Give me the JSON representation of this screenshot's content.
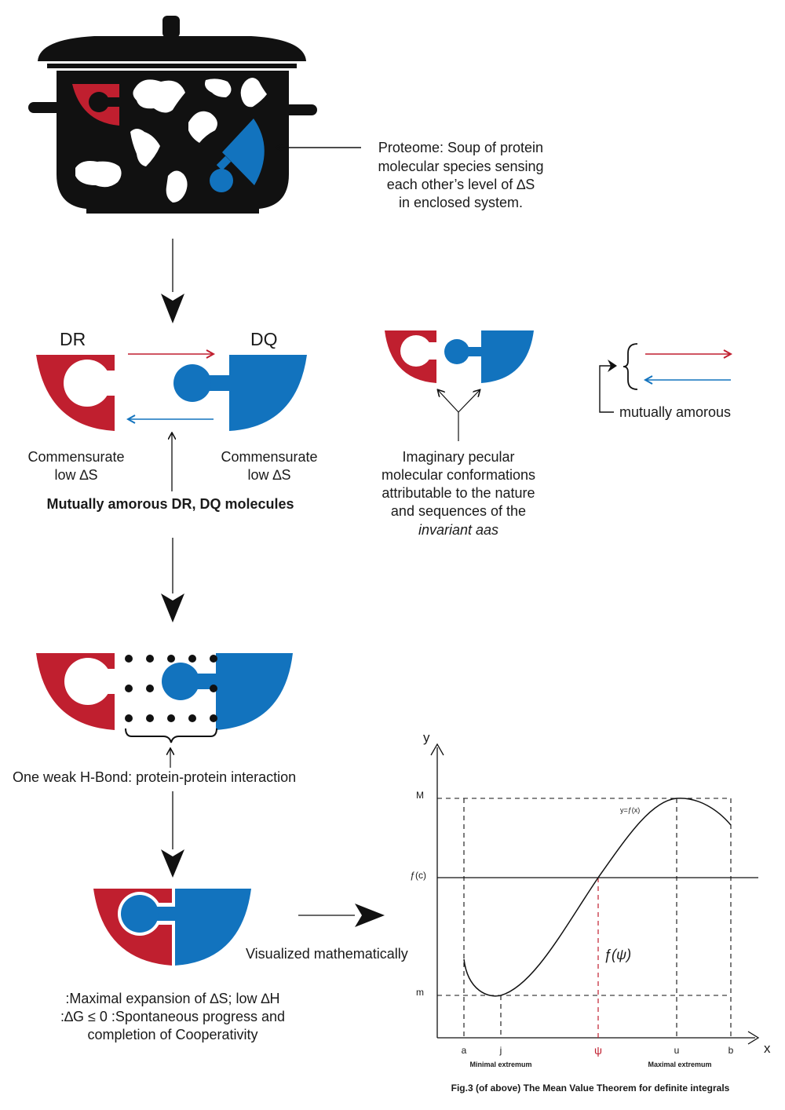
{
  "colors": {
    "red": "#c01f2f",
    "blue": "#1273be",
    "black": "#111111"
  },
  "pot": {
    "caption_lines": [
      "Proteome: Soup of protein",
      "molecular species sensing",
      "each other’s level of  ∆S",
      "in enclosed system."
    ]
  },
  "pair": {
    "dr_label": "DR",
    "dq_label": "DQ",
    "left_caption": [
      "Commensurate",
      "low ∆S"
    ],
    "right_caption": [
      "Commensurate",
      "low ∆S"
    ],
    "bold_caption": "Mutually amorous DR, DQ molecules"
  },
  "imaginary": {
    "caption_lines": [
      "Imaginary pecular",
      "molecular conformations",
      "attributable to the nature",
      "and sequences of the"
    ],
    "caption_italic": "invariant aas"
  },
  "legend": {
    "label": "mutually amorous"
  },
  "hbond": {
    "caption": "One weak H-Bond: protein-protein interaction"
  },
  "bound": {
    "caption_lines": [
      ":Maximal expansion of ∆S; low ∆H",
      ":∆G ≤ 0 :Spontaneous progress and",
      "completion of Cooperativity"
    ],
    "arrow_label": "Visualized mathematically"
  },
  "graph": {
    "y_label": "y",
    "x_label": "x",
    "M_label": "M",
    "fc_label": "ƒ(c)",
    "m_label": "m",
    "curve_label": "y=ƒ(x)",
    "fpsi_label": "ƒ(ψ)",
    "ticks": [
      "a",
      "j",
      "ψ",
      "u",
      "b"
    ],
    "min_label": "Minimal extremum",
    "max_label": "Maximal extremum",
    "caption": "Fig.3 (of above) The Mean Value Theorem for definite integrals"
  }
}
